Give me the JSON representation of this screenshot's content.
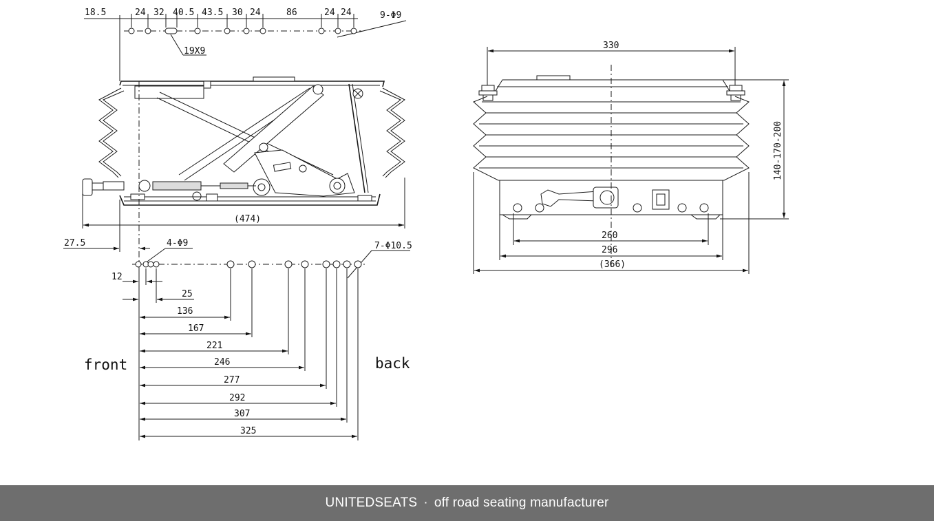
{
  "side_view": {
    "top_dims": [
      "18.5",
      "24",
      "32",
      "40.5",
      "43.5",
      "30",
      "24",
      "86",
      "24",
      "24"
    ],
    "top_holes_label": "9-Φ9",
    "slot_label": "19X9",
    "overall_length": "(474)",
    "offset_left": "27.5",
    "front_holes_label": "4-Φ9",
    "back_holes_label": "7-Φ10.5",
    "small_dims": [
      "12",
      "25"
    ],
    "stack_dims": [
      "136",
      "167",
      "221",
      "246",
      "277",
      "292",
      "307",
      "325"
    ],
    "front_label": "front",
    "back_label": "back"
  },
  "end_view": {
    "top_width": "330",
    "height_range": "140-170-200",
    "dims": [
      "260",
      "296",
      "(366)"
    ]
  },
  "footer": {
    "brand": "UNITEDSEATS",
    "separator": "·",
    "tagline": "off road seating manufacturer"
  }
}
